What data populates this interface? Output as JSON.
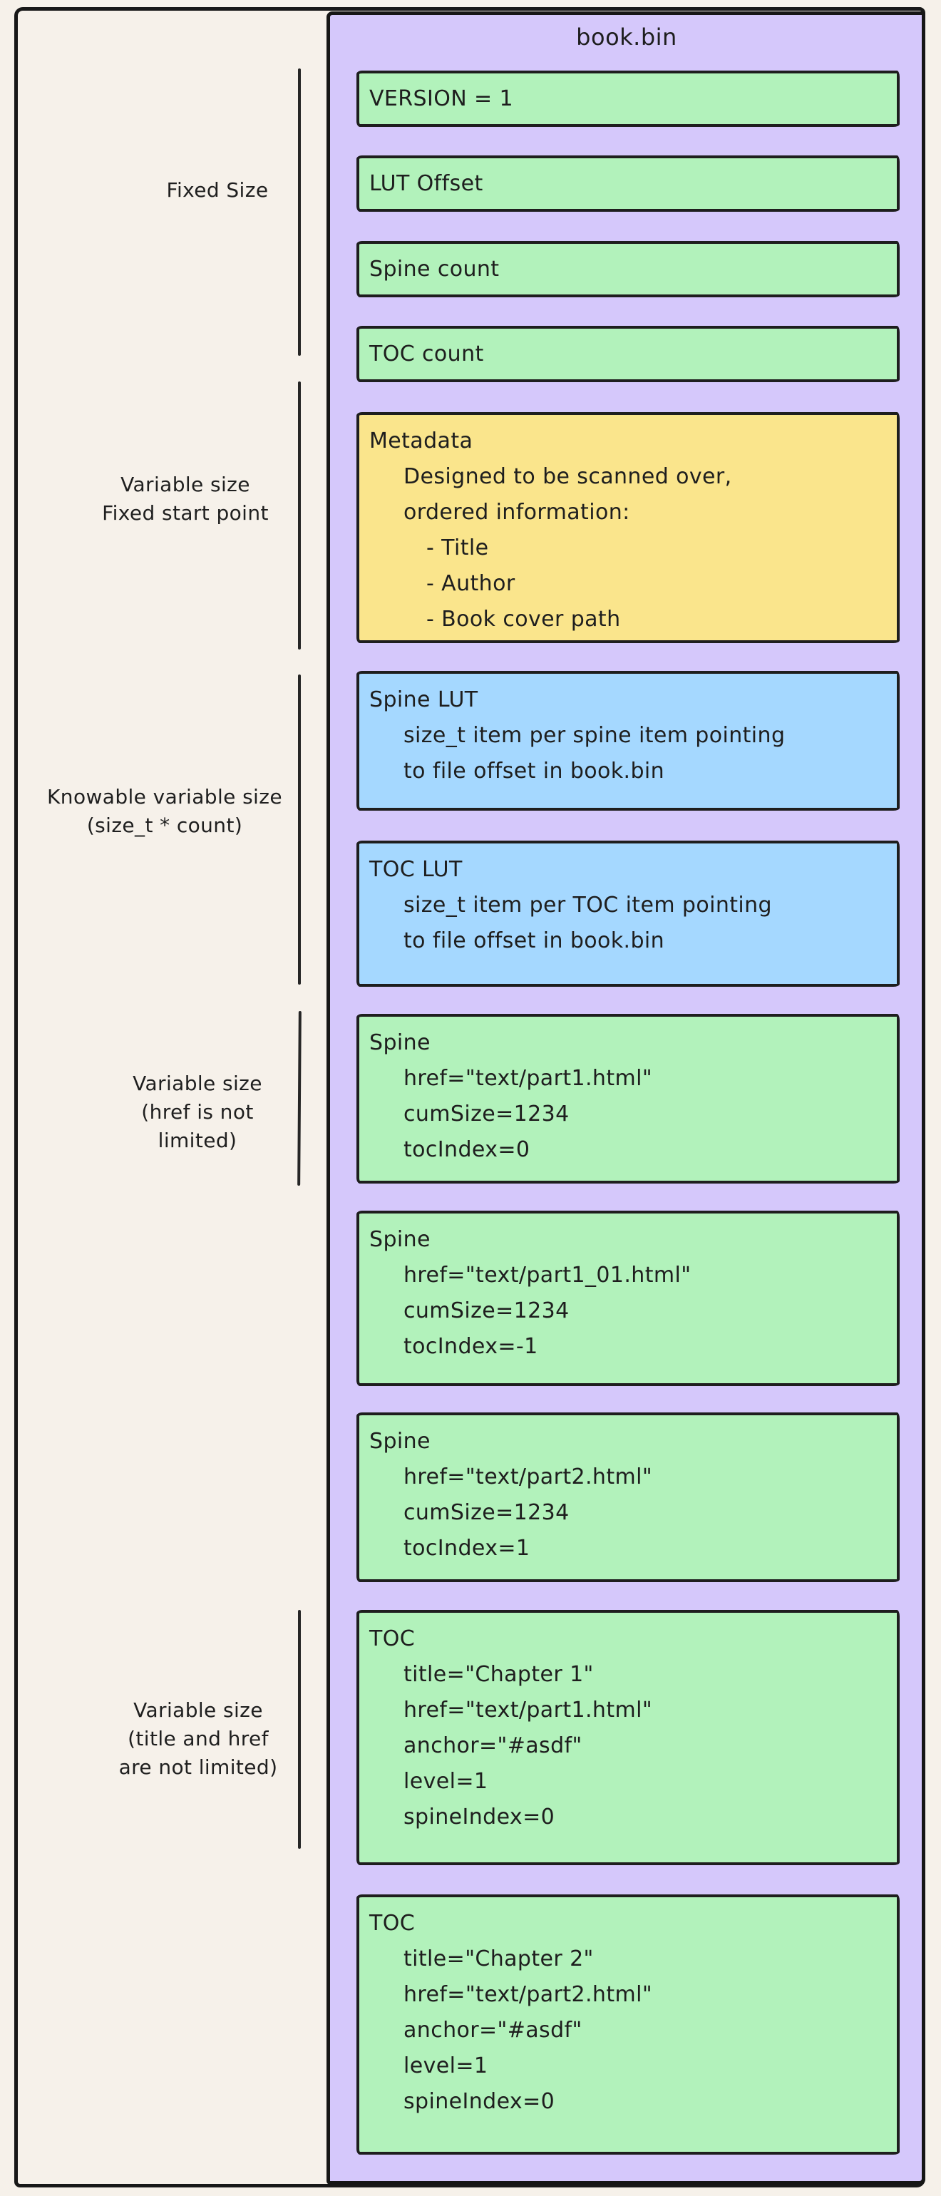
{
  "file": {
    "title": "book.bin"
  },
  "colors": {
    "background": "#f6f1ea",
    "panel_purple": "#d5c8fb",
    "box_green": "#b2f2bb",
    "box_yellow": "#fae58c",
    "box_blue": "#a5d8ff",
    "stroke": "#1e1e1e"
  },
  "left_labels": [
    {
      "lines": [
        "Fixed Size"
      ]
    },
    {
      "lines": [
        "Variable size",
        "Fixed start point"
      ]
    },
    {
      "lines": [
        "Knowable variable size",
        "(size_t * count)"
      ]
    },
    {
      "lines": [
        "Variable size",
        "(href is not",
        "limited)"
      ]
    },
    {
      "lines": [
        "Variable size",
        "(title and href",
        "are not limited)"
      ]
    }
  ],
  "blocks": [
    {
      "type": "field",
      "color": "green",
      "lines": [
        "VERSION = 1"
      ]
    },
    {
      "type": "field",
      "color": "green",
      "lines": [
        "LUT Offset"
      ]
    },
    {
      "type": "field",
      "color": "green",
      "lines": [
        "Spine count"
      ]
    },
    {
      "type": "field",
      "color": "green",
      "lines": [
        "TOC count"
      ]
    },
    {
      "type": "metadata",
      "color": "yellow",
      "lines": [
        "Metadata",
        "Designed to be scanned over,",
        "ordered information:",
        "- Title",
        "- Author",
        "- Book cover path"
      ]
    },
    {
      "type": "lut",
      "color": "blue",
      "lines": [
        "Spine LUT",
        "size_t item per spine item pointing",
        "to file offset in book.bin"
      ]
    },
    {
      "type": "lut",
      "color": "blue",
      "lines": [
        "TOC LUT",
        "size_t item per TOC item pointing",
        "to file offset in book.bin"
      ]
    },
    {
      "type": "spine",
      "color": "green",
      "lines": [
        "Spine",
        "href=\"text/part1.html\"",
        "cumSize=1234",
        "tocIndex=0"
      ]
    },
    {
      "type": "spine",
      "color": "green",
      "lines": [
        "Spine",
        "href=\"text/part1_01.html\"",
        "cumSize=1234",
        "tocIndex=-1"
      ]
    },
    {
      "type": "spine",
      "color": "green",
      "lines": [
        "Spine",
        "href=\"text/part2.html\"",
        "cumSize=1234",
        "tocIndex=1"
      ]
    },
    {
      "type": "toc",
      "color": "green",
      "lines": [
        "TOC",
        "title=\"Chapter 1\"",
        "href=\"text/part1.html\"",
        "anchor=\"#asdf\"",
        "level=1",
        "spineIndex=0"
      ]
    },
    {
      "type": "toc",
      "color": "green",
      "lines": [
        "TOC",
        "title=\"Chapter 2\"",
        "href=\"text/part2.html\"",
        "anchor=\"#asdf\"",
        "level=1",
        "spineIndex=0"
      ]
    }
  ]
}
